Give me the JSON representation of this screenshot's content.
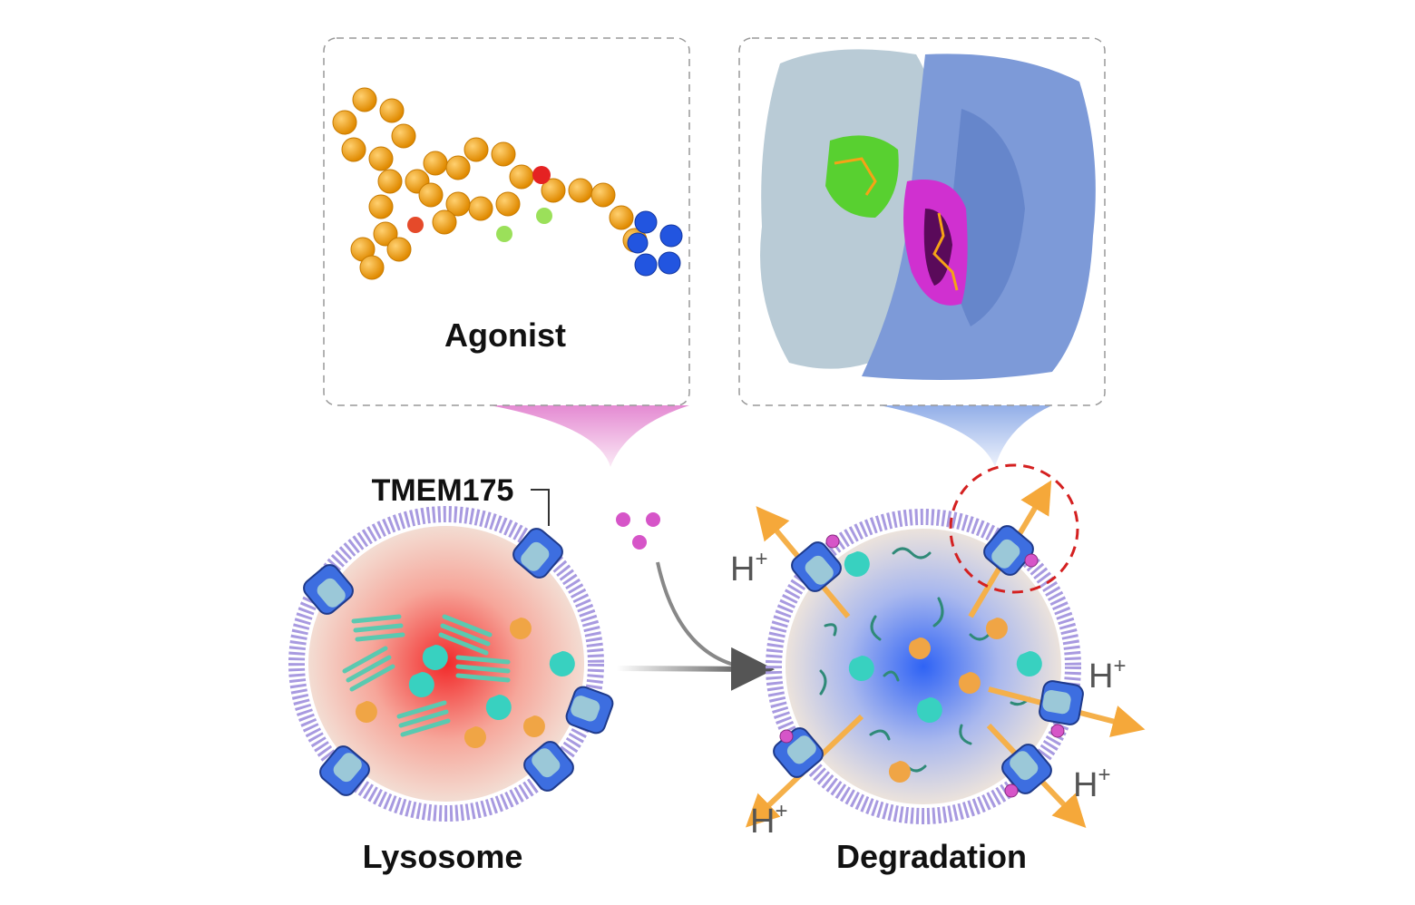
{
  "panels": {
    "agonist_label": "Agonist",
    "protein_structure": "protein-surface"
  },
  "labels": {
    "channel": "TMEM175",
    "lysosome": "Lysosome",
    "degradation": "Degradation",
    "proton": "H",
    "proton_sup": "+"
  },
  "colors": {
    "molecule": "#f5a316",
    "oxygen": "#e52222",
    "fluorine": "#9be05a",
    "nitrogen": "#2255e0",
    "membrane": "#a89ae0",
    "lysosome_core": "#f03a3a",
    "degradation_core": "#3a6af5",
    "callout_pink": "#e79ad6",
    "callout_blue": "#9fb6ea",
    "efflux_arrow": "#f5b04a",
    "highlight_circle": "#d42020"
  }
}
